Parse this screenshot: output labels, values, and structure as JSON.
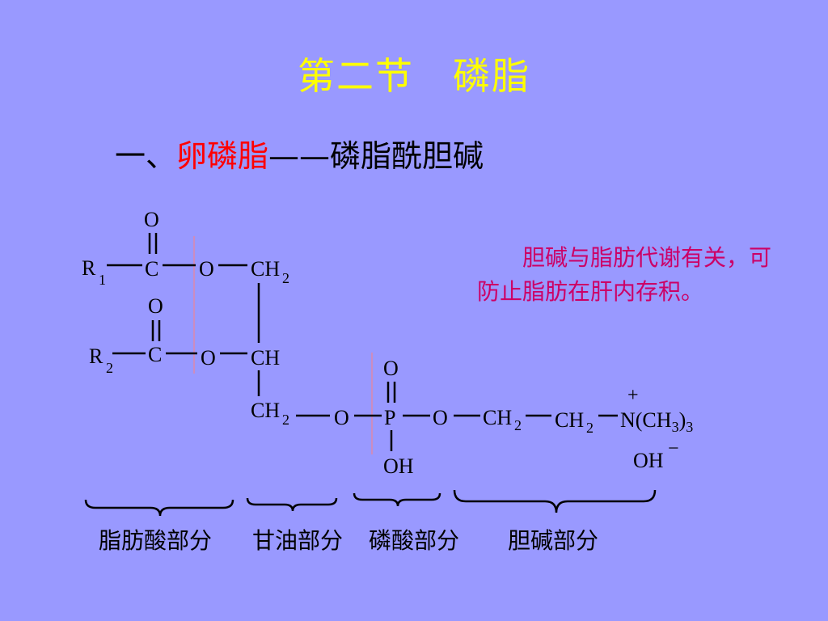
{
  "title": "第二节　磷脂",
  "subtitle": {
    "prefix": "一、",
    "highlight": "卵磷脂",
    "dash": "——",
    "rest": "磷脂酰胆碱"
  },
  "note": "胆碱与脂肪代谢有关，可防止脂肪在肝内存积。",
  "structure": {
    "O": "O",
    "C": "C",
    "R": "R",
    "CH": "CH",
    "sub1": "1",
    "sub2": "2",
    "sub3": "3",
    "P": "P",
    "OH": "OH",
    "N_group": "N(CH",
    "close_paren": ")",
    "plus": "+",
    "minus": "−"
  },
  "labels": [
    "脂肪酸部分",
    "甘油部分",
    "磷酸部分",
    "胆碱部分"
  ],
  "colors": {
    "background": "#9999ff",
    "title": "#ffff00",
    "highlight": "#ff0000",
    "note": "#cc0066"
  }
}
